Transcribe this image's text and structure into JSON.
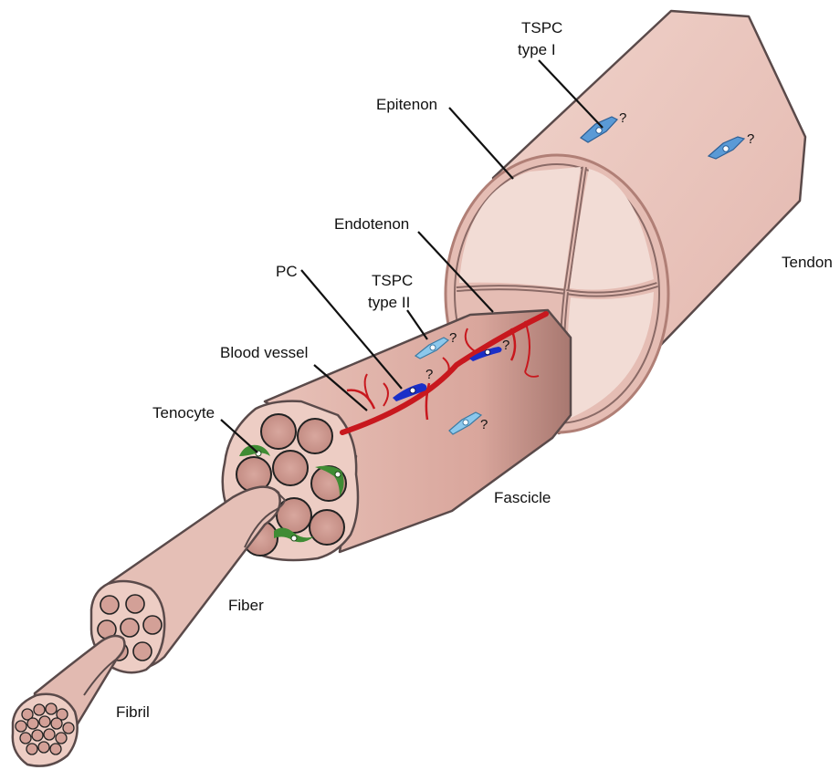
{
  "labels": {
    "tspc_type_1_line1": "TSPC",
    "tspc_type_1_line2": "type I",
    "epitenon": "Epitenon",
    "endotenon": "Endotenon",
    "tendon": "Tendon",
    "pc": "PC",
    "tspc_type_2_line1": "TSPC",
    "tspc_type_2_line2": "type II",
    "blood_vessel": "Blood vessel",
    "tenocyte": "Tenocyte",
    "fascicle": "Fascicle",
    "fiber": "Fiber",
    "fibril": "Fibril"
  },
  "question_mark": "?",
  "colors": {
    "tissue": "#eccbc2",
    "tissue_dark": "#c79a91",
    "tissue_face": "#f1d6ce",
    "outline": "#5a4a4a",
    "vessel": "#c8181e",
    "tspc_type_1": "#5a9ad6",
    "tspc_type_2": "#8cc8ec",
    "pericyte": "#1a2fc8",
    "tenocyte": "#3f8c34"
  }
}
